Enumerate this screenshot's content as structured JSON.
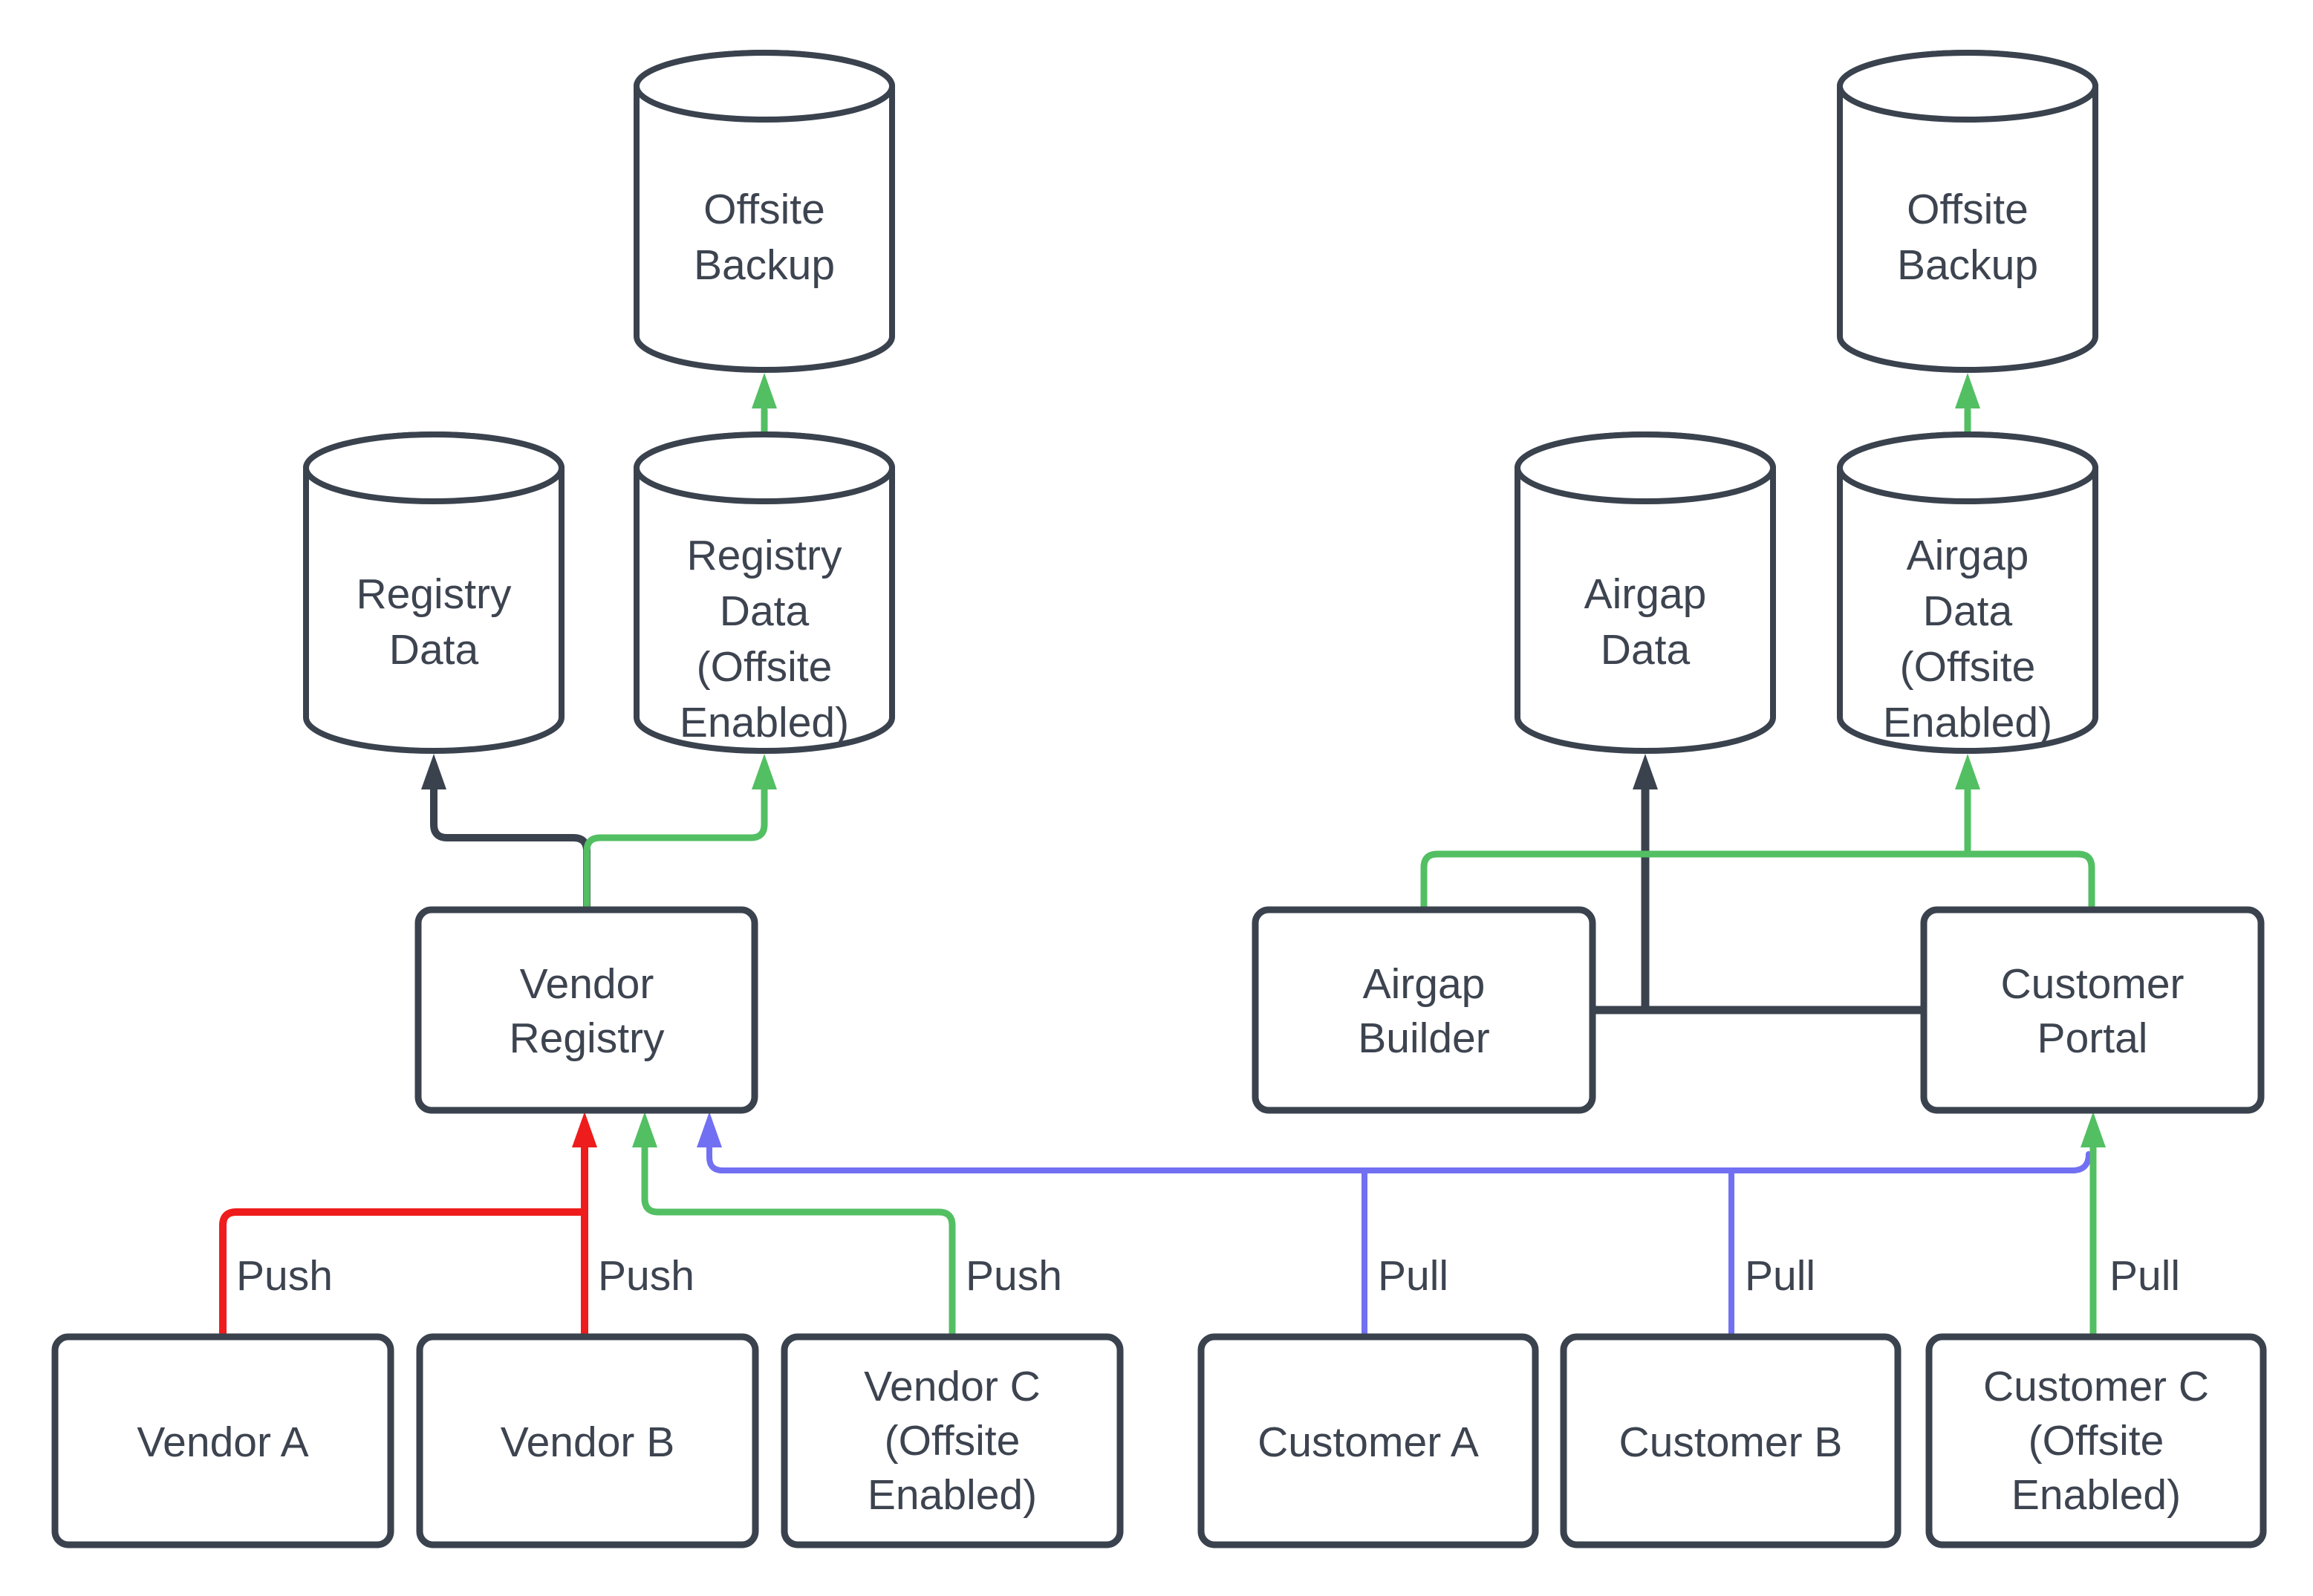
{
  "colors": {
    "dark": "#3a424e",
    "green": "#53bf63",
    "red": "#ee1c1c",
    "blue": "#7270f2",
    "text": "#3d4450",
    "fill": "#ffffff",
    "bg": "#ffffff"
  },
  "nodes": {
    "offsite_backup_left": {
      "lines": [
        "Offsite",
        "Backup"
      ]
    },
    "registry_data": {
      "lines": [
        "Registry",
        "Data"
      ]
    },
    "registry_data_offsite": {
      "lines": [
        "Registry",
        "Data",
        "(Offsite",
        "Enabled)"
      ]
    },
    "offsite_backup_right": {
      "lines": [
        "Offsite",
        "Backup"
      ]
    },
    "airgap_data": {
      "lines": [
        "Airgap",
        "Data"
      ]
    },
    "airgap_data_offsite": {
      "lines": [
        "Airgap",
        "Data",
        "(Offsite",
        "Enabled)"
      ]
    },
    "vendor_registry": {
      "lines": [
        "Vendor",
        "Registry"
      ]
    },
    "airgap_builder": {
      "lines": [
        "Airgap",
        "Builder"
      ]
    },
    "customer_portal": {
      "lines": [
        "Customer",
        "Portal"
      ]
    },
    "vendor_a": {
      "lines": [
        "Vendor A"
      ]
    },
    "vendor_b": {
      "lines": [
        "Vendor B"
      ]
    },
    "vendor_c": {
      "lines": [
        "Vendor C",
        "(Offsite",
        "Enabled)"
      ]
    },
    "customer_a": {
      "lines": [
        "Customer A"
      ]
    },
    "customer_b": {
      "lines": [
        "Customer B"
      ]
    },
    "customer_c": {
      "lines": [
        "Customer C",
        "(Offsite",
        "Enabled)"
      ]
    }
  },
  "edge_labels": {
    "push_vendor_a": "Push",
    "push_vendor_b": "Push",
    "push_vendor_c": "Push",
    "pull_customer_a": "Pull",
    "pull_customer_b": "Pull",
    "pull_customer_c": "Pull"
  }
}
